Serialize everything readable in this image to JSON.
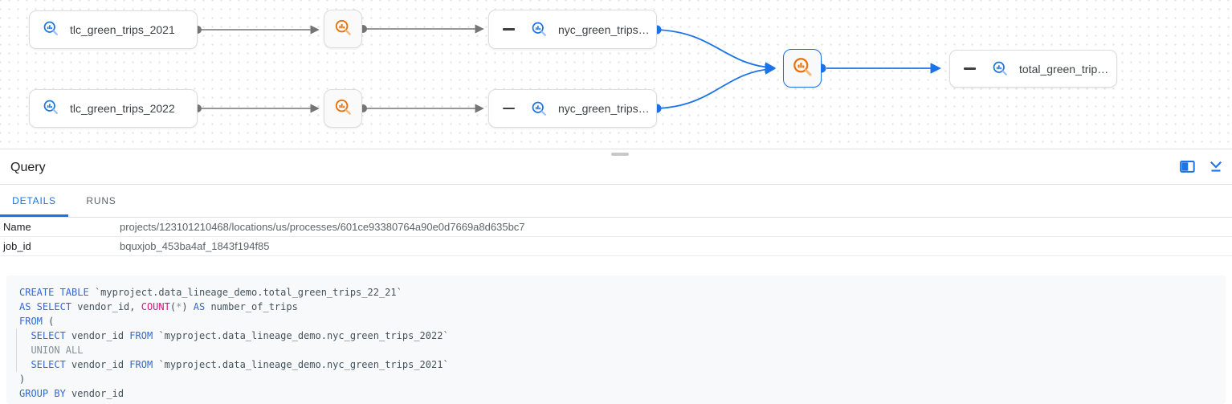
{
  "colors": {
    "accent": "#1a73e8",
    "table_icon_blue": "#1a73e8",
    "table_icon_light": "#9cc1f7",
    "process_icon_orange": "#e8710a",
    "process_icon_light": "#f8b576",
    "edge_gray": "#757575",
    "keyword_blue": "#3367d6",
    "function_pink": "#d01884",
    "muted_gray": "#859096"
  },
  "graph": {
    "nodes": {
      "tlc2021": {
        "label": "tlc_green_trips_2021",
        "type": "table"
      },
      "tlc2022": {
        "label": "tlc_green_trips_2022",
        "type": "table"
      },
      "nyc1": {
        "label": "nyc_green_trips…",
        "type": "table"
      },
      "nyc2": {
        "label": "nyc_green_trips…",
        "type": "table"
      },
      "total": {
        "label": "total_green_trip…",
        "type": "table"
      },
      "proc1": {
        "type": "process"
      },
      "proc2": {
        "type": "process"
      },
      "proc_selected": {
        "type": "process",
        "selected": true
      }
    }
  },
  "panel": {
    "title": "Query",
    "tabs": [
      {
        "label": "DETAILS",
        "active": true
      },
      {
        "label": "RUNS",
        "active": false
      }
    ],
    "details": [
      {
        "label": "Name",
        "value": "projects/123101210468/locations/us/processes/601ce93380764a90e0d7669a8d635bc7"
      },
      {
        "label": "job_id",
        "value": "bquxjob_453ba4af_1843f194f85"
      }
    ]
  },
  "sql": {
    "lines": [
      {
        "guide": false,
        "tokens": [
          {
            "t": "CREATE TABLE",
            "c": "kw"
          },
          {
            "t": " ",
            "c": "pl"
          },
          {
            "t": "`myproject.data_lineage_demo.total_green_trips_22_21`",
            "c": "str"
          }
        ]
      },
      {
        "guide": false,
        "tokens": [
          {
            "t": "AS SELECT",
            "c": "kw"
          },
          {
            "t": " vendor_id, ",
            "c": "pl"
          },
          {
            "t": "COUNT",
            "c": "fn"
          },
          {
            "t": "(",
            "c": "pl"
          },
          {
            "t": "*",
            "c": "gr"
          },
          {
            "t": ") ",
            "c": "pl"
          },
          {
            "t": "AS",
            "c": "kw"
          },
          {
            "t": " number_of_trips",
            "c": "pl"
          }
        ]
      },
      {
        "guide": false,
        "tokens": [
          {
            "t": "FROM",
            "c": "kw"
          },
          {
            "t": " (",
            "c": "pl"
          }
        ]
      },
      {
        "guide": true,
        "tokens": [
          {
            "t": "  ",
            "c": "pl"
          },
          {
            "t": "SELECT",
            "c": "kw"
          },
          {
            "t": " vendor_id ",
            "c": "pl"
          },
          {
            "t": "FROM",
            "c": "kw"
          },
          {
            "t": " ",
            "c": "pl"
          },
          {
            "t": "`myproject.data_lineage_demo.nyc_green_trips_2022`",
            "c": "str"
          }
        ]
      },
      {
        "guide": true,
        "tokens": [
          {
            "t": "  ",
            "c": "pl"
          },
          {
            "t": "UNION ALL",
            "c": "gr"
          }
        ]
      },
      {
        "guide": true,
        "tokens": [
          {
            "t": "  ",
            "c": "pl"
          },
          {
            "t": "SELECT",
            "c": "kw"
          },
          {
            "t": " vendor_id ",
            "c": "pl"
          },
          {
            "t": "FROM",
            "c": "kw"
          },
          {
            "t": " ",
            "c": "pl"
          },
          {
            "t": "`myproject.data_lineage_demo.nyc_green_trips_2021`",
            "c": "str"
          }
        ]
      },
      {
        "guide": false,
        "tokens": [
          {
            "t": ")",
            "c": "pl"
          }
        ]
      },
      {
        "guide": false,
        "tokens": [
          {
            "t": "GROUP BY",
            "c": "kw"
          },
          {
            "t": " vendor_id",
            "c": "pl"
          }
        ]
      }
    ]
  }
}
